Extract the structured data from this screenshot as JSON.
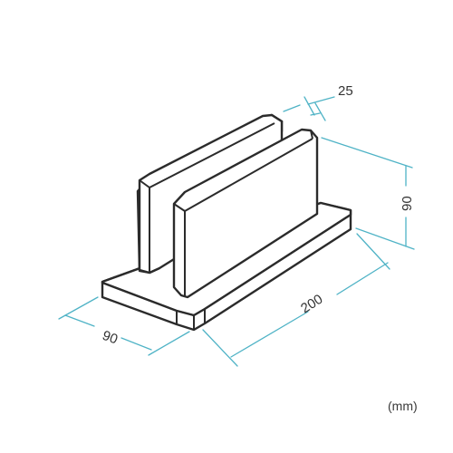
{
  "dimensions": {
    "plate_thickness": "25",
    "height": "90",
    "length": "200",
    "depth": "90"
  },
  "unit_label": "(mm)",
  "colors": {
    "dimension_line": "#4fb3c6",
    "dimension_text": "#333333",
    "outline": "#2b2b2b"
  }
}
